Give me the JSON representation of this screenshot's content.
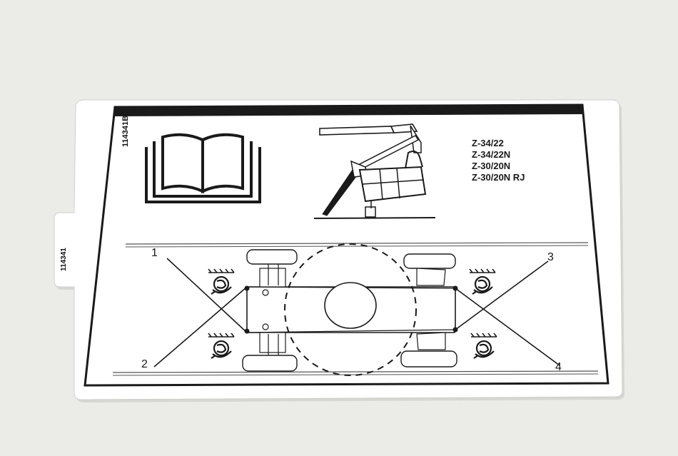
{
  "label": {
    "part_code_main": "114341B",
    "part_code_tab": "114341",
    "models": [
      "Z-34/22",
      "Z-34/22N",
      "Z-30/20N",
      "Z-30/20N RJ"
    ],
    "tie_down_points": [
      "1",
      "2",
      "3",
      "4"
    ]
  },
  "colors": {
    "background": "#ebebe8",
    "sticker": "#ffffff",
    "ink": "#1a1a1a"
  },
  "icons": {
    "manual": "open-book-icon",
    "machine": "boom-lift-side-view-icon",
    "tie_down": "tie-down-symbol-icon"
  }
}
